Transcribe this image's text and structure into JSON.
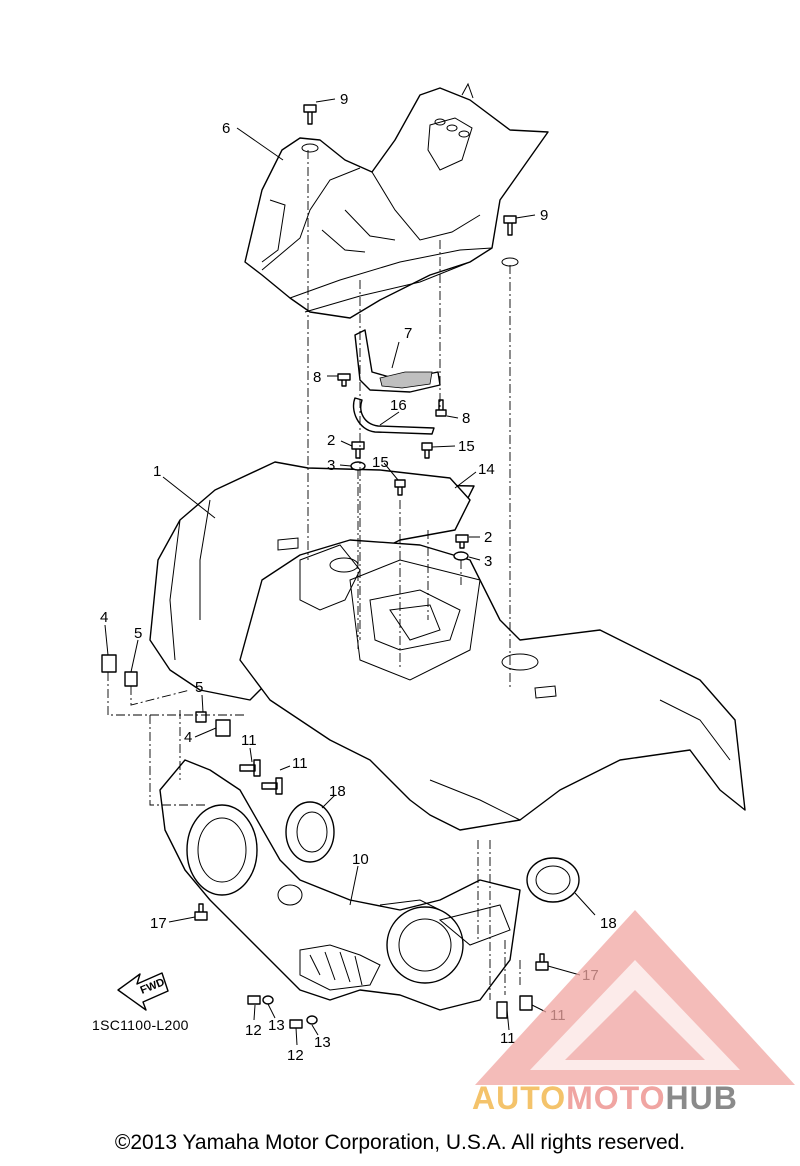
{
  "callouts": [
    {
      "id": "1",
      "text": "1"
    },
    {
      "id": "2a",
      "text": "2"
    },
    {
      "id": "2b",
      "text": "2"
    },
    {
      "id": "3a",
      "text": "3"
    },
    {
      "id": "3b",
      "text": "3"
    },
    {
      "id": "4a",
      "text": "4"
    },
    {
      "id": "4b",
      "text": "4"
    },
    {
      "id": "5a",
      "text": "5"
    },
    {
      "id": "5b",
      "text": "5"
    },
    {
      "id": "6",
      "text": "6"
    },
    {
      "id": "7",
      "text": "7"
    },
    {
      "id": "8a",
      "text": "8"
    },
    {
      "id": "8b",
      "text": "8"
    },
    {
      "id": "9a",
      "text": "9"
    },
    {
      "id": "9b",
      "text": "9"
    },
    {
      "id": "10",
      "text": "10"
    },
    {
      "id": "11a",
      "text": "11"
    },
    {
      "id": "11b",
      "text": "11"
    },
    {
      "id": "11c",
      "text": "11"
    },
    {
      "id": "11d",
      "text": "11"
    },
    {
      "id": "12a",
      "text": "12"
    },
    {
      "id": "12b",
      "text": "12"
    },
    {
      "id": "13a",
      "text": "13"
    },
    {
      "id": "13b",
      "text": "13"
    },
    {
      "id": "14",
      "text": "14"
    },
    {
      "id": "15a",
      "text": "15"
    },
    {
      "id": "15b",
      "text": "15"
    },
    {
      "id": "16",
      "text": "16"
    },
    {
      "id": "17a",
      "text": "17"
    },
    {
      "id": "17b",
      "text": "17"
    },
    {
      "id": "18a",
      "text": "18"
    },
    {
      "id": "18b",
      "text": "18"
    }
  ],
  "fwd_label": "FWD",
  "diagram_code": "1SC1100-L200",
  "copyright": "©2013 Yamaha Motor Corporation, U.S.A. All rights reserved.",
  "watermark": {
    "part1": "AUTO",
    "part2": "MOTO",
    "part3": "HUB",
    "color_a": "#f4c36b",
    "color_b": "#f0a5a2",
    "color_c": "#8a8a8a"
  }
}
